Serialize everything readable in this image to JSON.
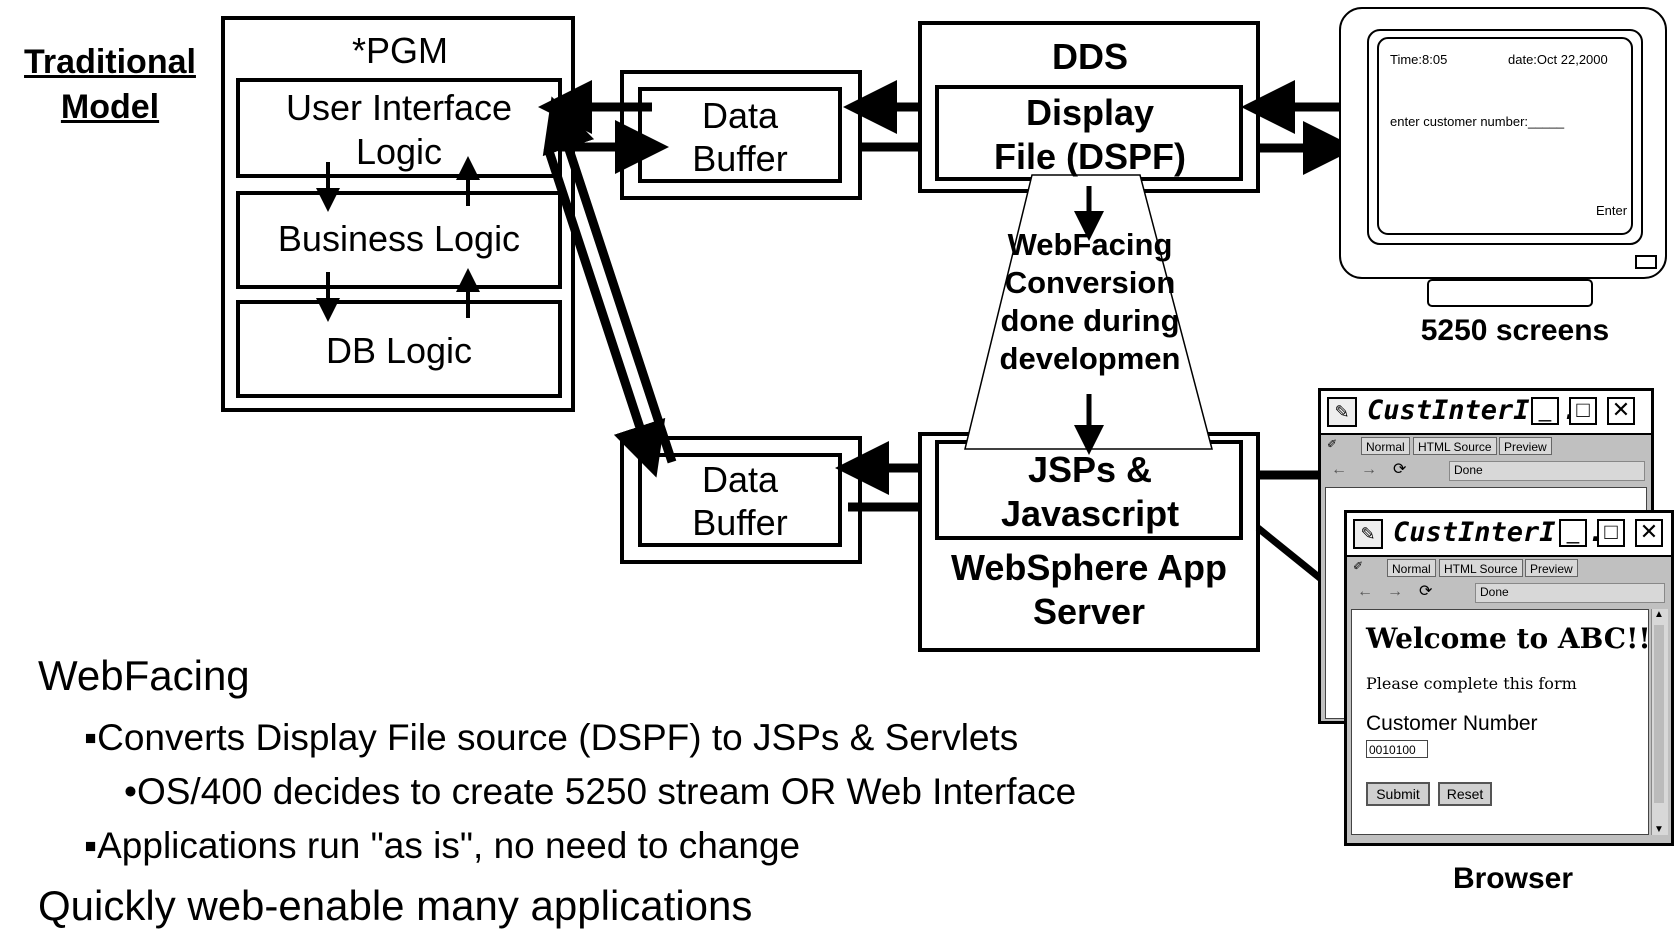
{
  "traditional_model": {
    "line1": "Traditional",
    "line2": "Model"
  },
  "pgm": {
    "title": "*PGM",
    "ui_line1": "User Interface",
    "ui_line2": "Logic",
    "business": "Business Logic",
    "db": "DB Logic"
  },
  "buffer_top": {
    "line1": "Data",
    "line2": "Buffer"
  },
  "buffer_bottom": {
    "line1": "Data",
    "line2": "Buffer"
  },
  "dds": {
    "title": "DDS",
    "line1": "Display",
    "line2": "File (DSPF)"
  },
  "conversion": {
    "line1": "WebFacing",
    "line2": "Conversion",
    "line3": "done during",
    "line4": "developmen"
  },
  "jsp": {
    "line1": "JSPs &",
    "line2": "Javascript",
    "server1": "WebSphere App",
    "server2": "Server"
  },
  "terminal": {
    "time": "Time:8:05",
    "date": "date:Oct 22,2000",
    "prompt": "enter customer number:_____",
    "enter": "Enter",
    "caption": "5250 screens"
  },
  "browser": {
    "title": "CustInterI...",
    "tabs": [
      "Normal",
      "HTML Source",
      "Preview"
    ],
    "status": "Done",
    "heading": "Welcome to ABC!!",
    "instruction": "Please complete this form",
    "field_label": "Customer Number",
    "field_value": "0010100",
    "submit": "Submit",
    "reset": "Reset",
    "caption": "Browser"
  },
  "bullets": {
    "heading": "WebFacing",
    "item1": "▪Converts Display File source (DSPF) to JSPs & Servlets",
    "item1_sub": "•OS/400 decides to create 5250 stream OR Web Interface",
    "item2": "▪Applications run \"as is\", no need to change",
    "footer": "Quickly web-enable many applications"
  }
}
